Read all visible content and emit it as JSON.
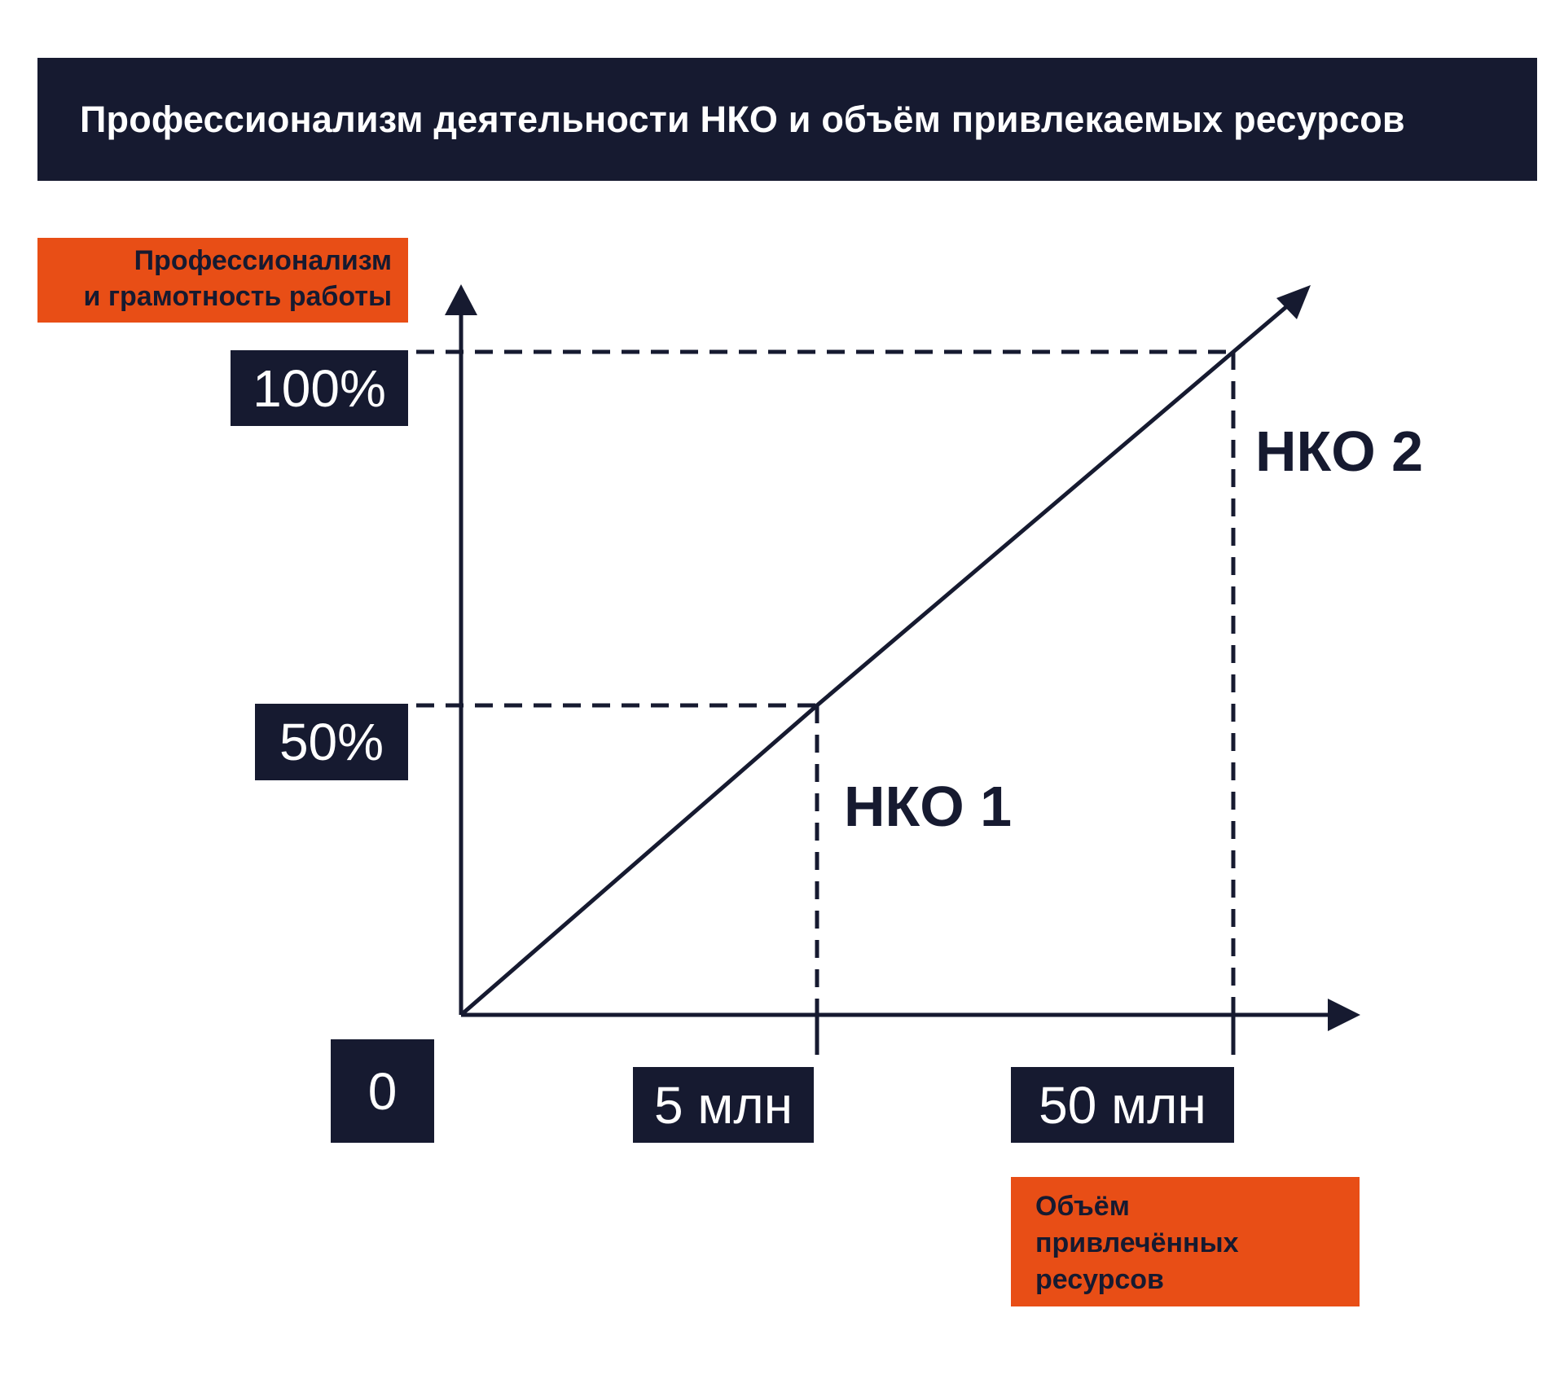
{
  "colors": {
    "navy": "#161a30",
    "orange": "#e84e16",
    "background": "#ffffff"
  },
  "chart_data": {
    "type": "line",
    "title": "Профессионализм деятельности НКО и объём привлекаемых ресурсов",
    "ylabel": "Профессионализм и грамотность работы",
    "ylabel_lines": [
      "Профессионализм",
      "и грамотность работы"
    ],
    "xlabel": "Объём привлечённых ресурсов",
    "xlabel_lines": [
      "Объём",
      "привлечённых",
      "ресурсов"
    ],
    "origin_label": "0",
    "x_ticks": [
      "5 млн",
      "50 млн"
    ],
    "y_ticks": [
      "50%",
      "100%"
    ],
    "points": [
      {
        "x": "0",
        "y": "0"
      },
      {
        "x": "5 млн",
        "y": "50%",
        "label": "НКО 1"
      },
      {
        "x": "50 млн",
        "y": "100%",
        "label": "НКО 2"
      }
    ],
    "grid": false
  }
}
